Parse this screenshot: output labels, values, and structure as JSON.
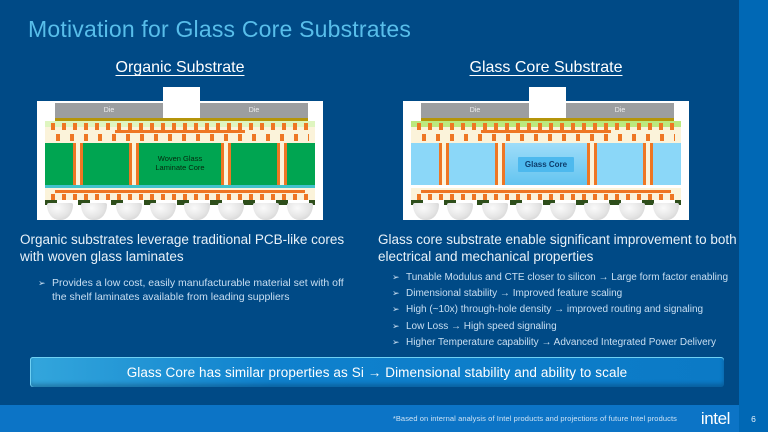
{
  "slide": {
    "title": "Motivation for Glass Core Substrates",
    "banner": "Glass Core has similar properties as Si → Dimensional stability and ability to scale",
    "footnote": "*Based on internal analysis of Intel products and projections of future Intel products",
    "logo": "intel",
    "page_number": "6"
  },
  "left": {
    "heading": "Organic Substrate",
    "diagram": {
      "die_left": "Die",
      "die_right": "Die",
      "core_label": "Woven Glass Laminate Core"
    },
    "paragraph": "Organic substrates leverage traditional PCB-like cores with woven glass laminates",
    "bullets": [
      {
        "marker": "➢",
        "text": "Provides a low cost, easily manufacturable material set with off the shelf laminates available from leading suppliers"
      }
    ]
  },
  "right": {
    "heading": "Glass Core Substrate",
    "diagram": {
      "die_left": "Die",
      "die_right": "Die",
      "core_label": "Glass Core"
    },
    "paragraph": "Glass core substrate enable significant improvement to both electrical and mechanical properties",
    "bullets": [
      {
        "marker": "➢",
        "text": "Tunable Modulus and CTE closer to silicon → Large form factor enabling"
      },
      {
        "marker": "➢",
        "text": "Dimensional stability → Improved feature scaling"
      },
      {
        "marker": "➢",
        "text": "High (~10x) through-hole density → improved routing and signaling"
      },
      {
        "marker": "➢",
        "text": "Low Loss → High speed signaling"
      },
      {
        "marker": "➢",
        "text": "Higher Temperature capability → Advanced Integrated Power Delivery"
      }
    ]
  },
  "colors": {
    "background": "#004A86",
    "accent_band": "#0068B5",
    "footer_bar": "#0C74C6",
    "title_blue": "#58BEEA",
    "banner_blue": "#0F81CD",
    "organic_core_green": "#00A551",
    "glass_core_blue": "#8BD7F8",
    "trace_orange": "#EE7623"
  }
}
